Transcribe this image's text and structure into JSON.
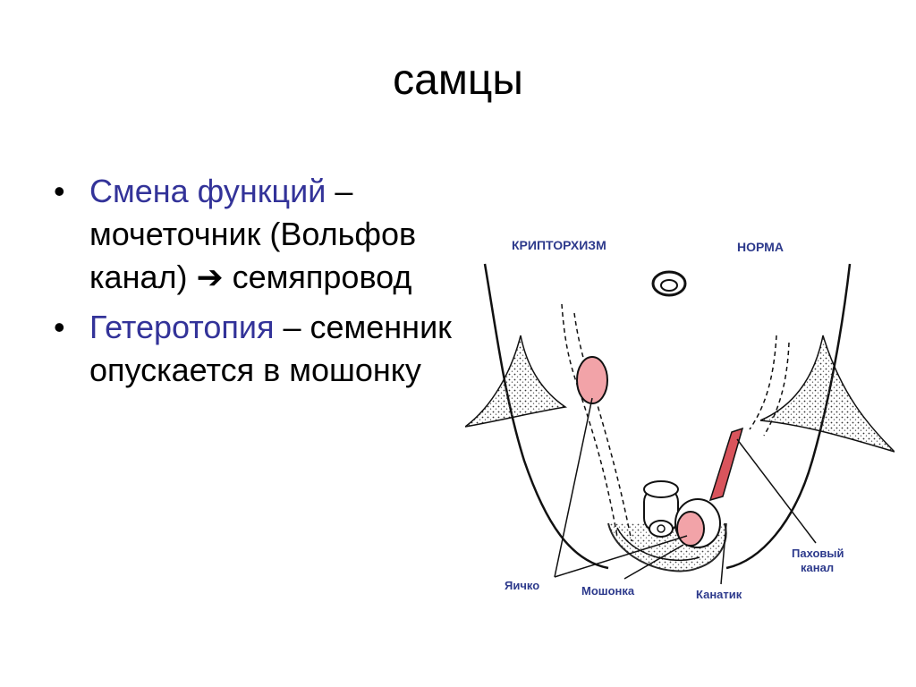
{
  "slide": {
    "title": "самцы",
    "bullets": [
      {
        "lead": "Смена функций",
        "rest": " – мочеточник (Вольфов канал) ",
        "arrow": "➔",
        "tail": " семяпровод"
      },
      {
        "lead": "Гетеротопия",
        "rest": " – семенник опускается в мошонку",
        "arrow": "",
        "tail": ""
      }
    ]
  },
  "diagram": {
    "labels": {
      "left_top": "КРИПТОРХИЗМ",
      "right_top": "НОРМА",
      "testis": "Яичко",
      "scrotum": "Мошонка",
      "cord": "Канатик",
      "canal_line1": "Паховый",
      "canal_line2": "канал"
    },
    "colors": {
      "label": "#2d3a8c",
      "testis_fill": "#f2a3a8",
      "canal_fill": "#d9545c",
      "outline": "#111111"
    }
  }
}
